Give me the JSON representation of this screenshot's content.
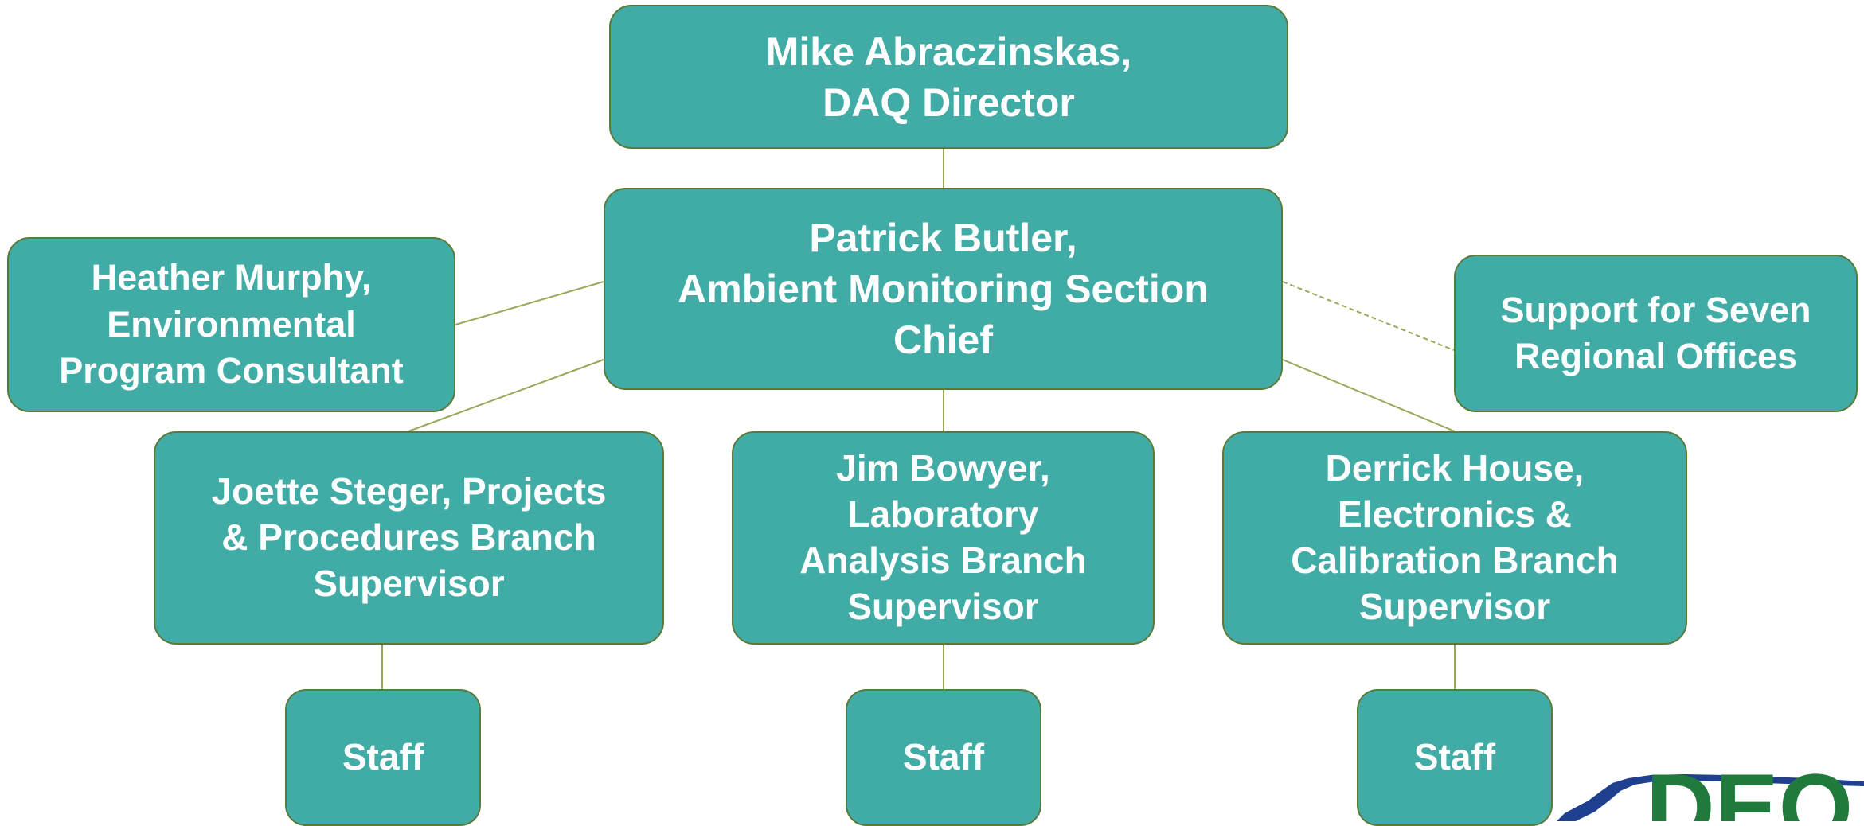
{
  "colors": {
    "box_fill": "#41aca6",
    "box_border": "#5a7a3a",
    "connector": "#9aa85a",
    "text": "#ffffff",
    "logo_green": "#1f7a3c",
    "logo_blue": "#1f3f8f"
  },
  "org": {
    "director": "Mike Abraczinskas,\nDAQ Director",
    "chief": "Patrick Butler,\nAmbient Monitoring Section\nChief",
    "consultant": "Heather Murphy,\nEnvironmental\nProgram Consultant",
    "support": "Support for Seven\nRegional Offices",
    "branches": [
      {
        "label": "Joette Steger, Projects\n& Procedures Branch\nSupervisor",
        "staff": "Staff"
      },
      {
        "label": "Jim Bowyer,\nLaboratory\nAnalysis Branch\nSupervisor",
        "staff": "Staff"
      },
      {
        "label": "Derrick House,\nElectronics &\nCalibration Branch\nSupervisor",
        "staff": "Staff"
      }
    ]
  },
  "logo": {
    "text": "DEQ"
  }
}
